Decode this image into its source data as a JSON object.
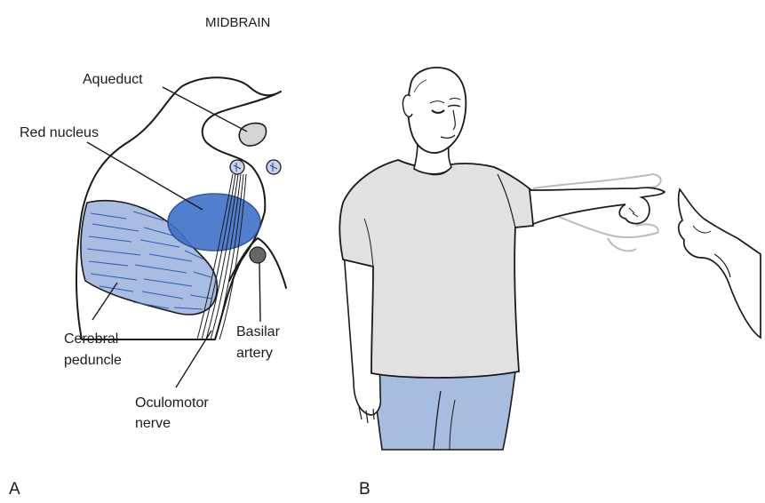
{
  "title": "MIDBRAIN",
  "panels": {
    "a": "A",
    "b": "B"
  },
  "labels": {
    "aqueduct": "Aqueduct",
    "red_nucleus": "Red nucleus",
    "cerebral_1": "Cerebral",
    "cerebral_2": "peduncle",
    "basilar_1": "Basilar",
    "basilar_2": "artery",
    "oculomotor_1": "Oculomotor",
    "oculomotor_2": "nerve"
  },
  "colors": {
    "brainstem_fill": "#e6e6e6",
    "peduncle_fill": "#a9bde2",
    "peduncle_stripes": "#2f5fb0",
    "red_nucleus_fill": "#3f72c8",
    "red_nucleus_stroke": "#1f4796",
    "skin": "#ffffff",
    "shirt": "#e1e1e1",
    "pants": "#a7bde0",
    "ghost_arm": "#bcbcbc",
    "line": "#1a1a1a"
  }
}
